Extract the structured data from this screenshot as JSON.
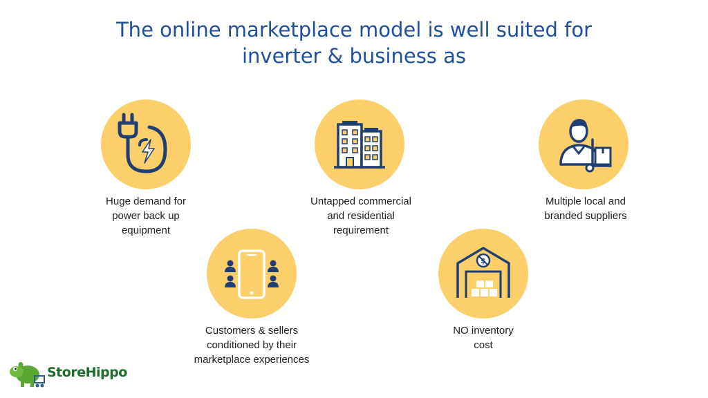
{
  "title": "The online marketplace model is well suited for\ninverter & business as",
  "items": [
    {
      "caption": "Huge demand for\npower back up\nequipment",
      "icon": "power-plug-icon"
    },
    {
      "caption": "Untapped commercial\nand residential\nrequirement",
      "icon": "buildings-icon"
    },
    {
      "caption": "Multiple local and\nbranded suppliers",
      "icon": "supplier-delivery-icon"
    },
    {
      "caption": "Customers & sellers\nconditioned by their\nmarketplace experiences",
      "icon": "smartphone-users-icon"
    },
    {
      "caption": "NO inventory\ncost",
      "icon": "warehouse-no-cost-icon"
    }
  ],
  "logo": {
    "text": "StoreHippo",
    "icon": "hippo-mascot-icon"
  },
  "colors": {
    "title": "#1f4e9c",
    "circle": "#fccf6a",
    "icon_stroke": "#1f3f73",
    "caption": "#222222",
    "logo_green": "#1f6b2a"
  }
}
